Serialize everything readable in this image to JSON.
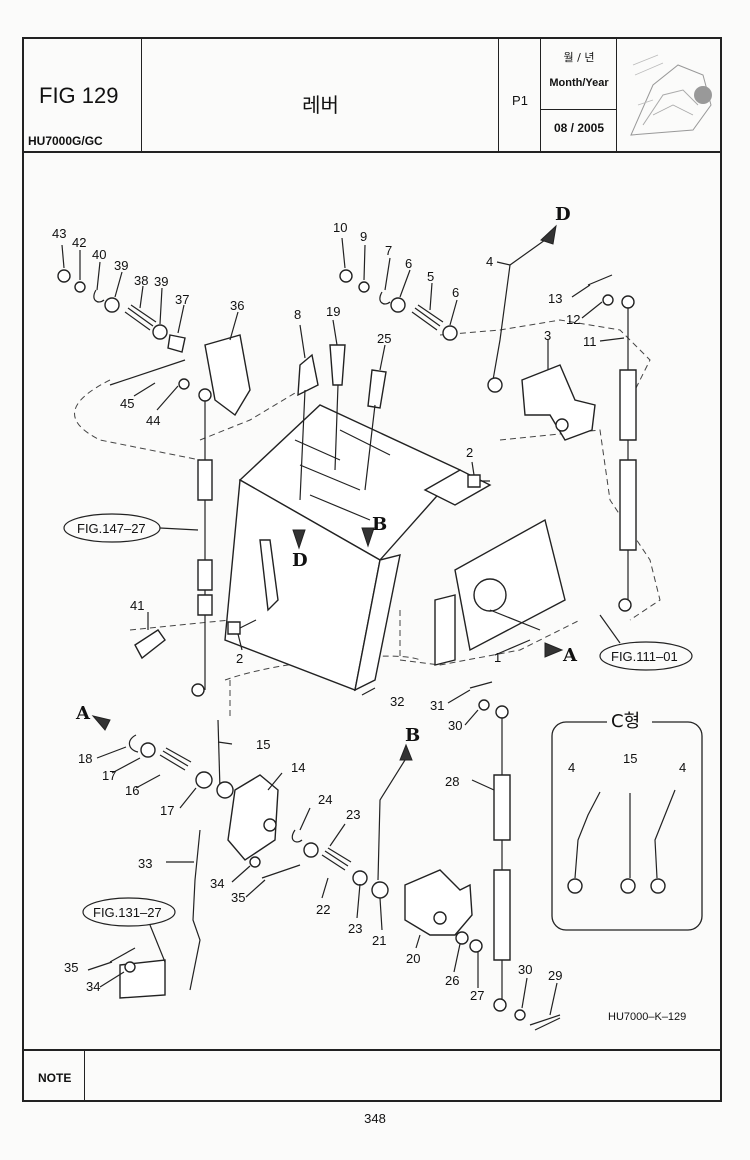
{
  "header": {
    "fig_title": "FIG 129",
    "model": "HU7000G/GC",
    "part_name": "레버",
    "page_code": "P1",
    "month_year_kr": "월 / 년",
    "month_year_en": "Month/Year",
    "date": "08 / 2005"
  },
  "diagram": {
    "callouts": {
      "n43": "43",
      "n42": "42",
      "n40": "40",
      "n39a": "39",
      "n38": "38",
      "n39b": "39",
      "n37": "37",
      "n36": "36",
      "n45": "45",
      "n44": "44",
      "n10": "10",
      "n9": "9",
      "n7": "7",
      "n6a": "6",
      "n5": "5",
      "n6b": "6",
      "n8": "8",
      "n19": "19",
      "n25": "25",
      "n4": "4",
      "n13": "13",
      "n12": "12",
      "n3": "3",
      "n11": "11",
      "n2a": "2",
      "n2b": "2",
      "n1": "1",
      "n41": "41",
      "n32": "32",
      "n31": "31",
      "n30a": "30",
      "n15": "15",
      "n14": "14",
      "n18": "18",
      "n17a": "17",
      "n16": "16",
      "n17b": "17",
      "n24": "24",
      "n23a": "23",
      "n33": "33",
      "n34a": "34",
      "n35a": "35",
      "n22": "22",
      "n23b": "23",
      "n21": "21",
      "n28": "28",
      "n20": "20",
      "n26": "26",
      "n27": "27",
      "n30b": "30",
      "n29": "29",
      "n35b": "35",
      "n34b": "34"
    },
    "arrow_labels": {
      "d_top": "D",
      "d_mid": "D",
      "b_mid": "B",
      "a_right": "A",
      "a_left": "A",
      "b_lower": "B"
    },
    "references": {
      "fig147": "FIG.147–27",
      "fig111": "FIG.111–01",
      "fig131": "FIG.131–27"
    },
    "c_type": {
      "title": "C형",
      "label4a": "4",
      "label15": "15",
      "label4b": "4"
    },
    "drawing_code": "HU7000–K–129"
  },
  "note": {
    "label": "NOTE"
  },
  "page_number": "348"
}
